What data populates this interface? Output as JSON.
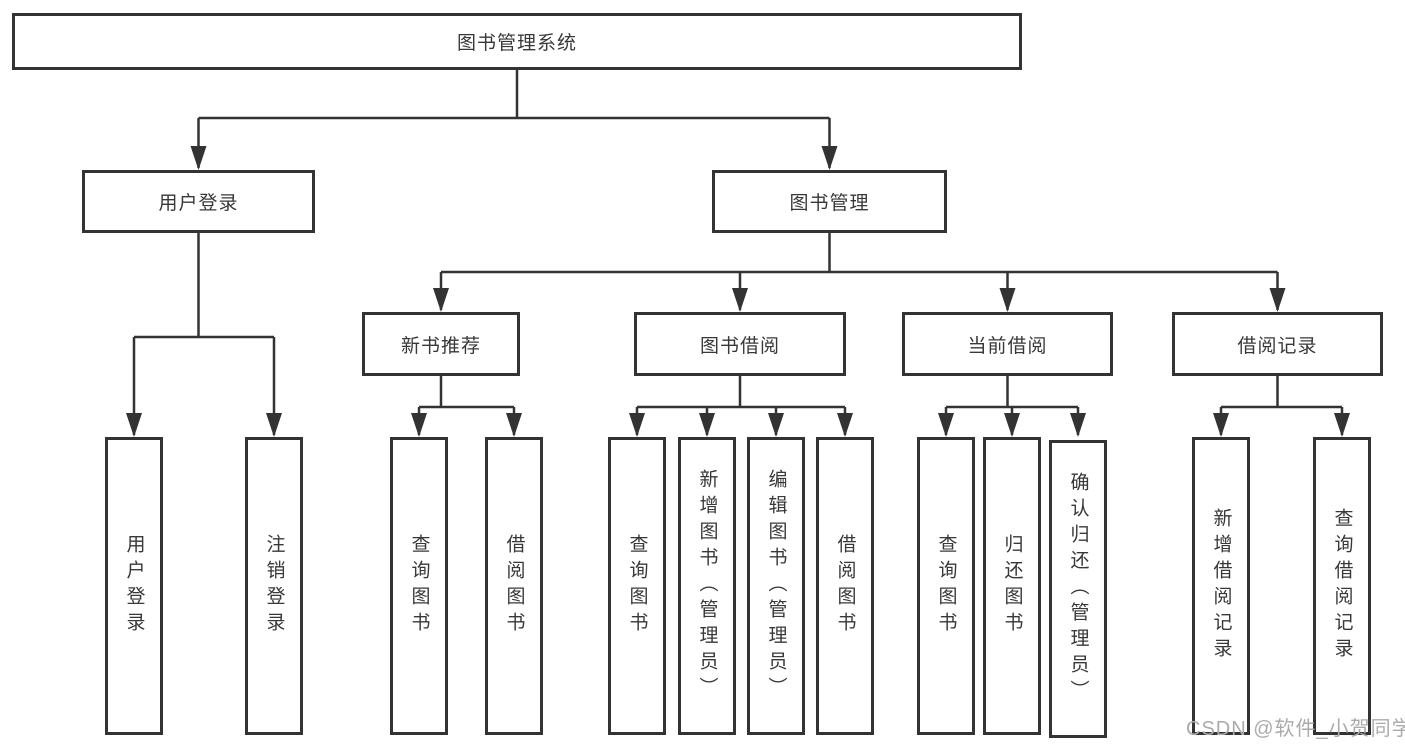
{
  "diagram": {
    "type": "tree",
    "root": {
      "label": "图书管理系统",
      "children": [
        {
          "label": "用户登录",
          "children": [
            {
              "label": "用户登录"
            },
            {
              "label": "注销登录"
            }
          ]
        },
        {
          "label": "图书管理",
          "children": [
            {
              "label": "新书推荐",
              "children": [
                {
                  "label": "查询图书"
                },
                {
                  "label": "借阅图书"
                }
              ]
            },
            {
              "label": "图书借阅",
              "children": [
                {
                  "label": "查询图书"
                },
                {
                  "label": "新增图书（管理员）"
                },
                {
                  "label": "编辑图书（管理员）"
                },
                {
                  "label": "借阅图书"
                }
              ]
            },
            {
              "label": "当前借阅",
              "children": [
                {
                  "label": "查询图书"
                },
                {
                  "label": "归还图书"
                },
                {
                  "label": "确认归还（管理员）"
                }
              ]
            },
            {
              "label": "借阅记录",
              "children": [
                {
                  "label": "新增借阅记录"
                },
                {
                  "label": "查询借阅记录"
                }
              ]
            }
          ]
        }
      ]
    }
  },
  "watermark": {
    "text": "CSDN @软件_小贺同学"
  },
  "colors": {
    "line": "#333333",
    "box_border": "#333333",
    "text": "#383838",
    "watermark": "#ababab",
    "background": "#ffffff"
  }
}
